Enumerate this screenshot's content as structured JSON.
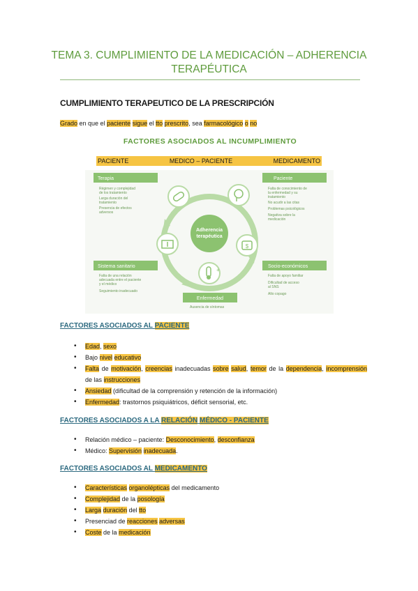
{
  "title": {
    "line1": "TEMA 3. CUMPLIMIENTO DE LA MEDICACIÓN – ADHERENCIA",
    "line2": "TERAPÉUTICA"
  },
  "section_heading": "CUMPLIMIENTO TERAPEUTICO DE LA PRESCRIPCIÓN",
  "definition": {
    "w1": "Grado",
    "t1": " en que el ",
    "w2": "paciente",
    "t2": " ",
    "w3": "sigue",
    "t3": " el ",
    "w4": "tto",
    "t4": " ",
    "w5": "prescrito",
    "t5": ", sea ",
    "w6": "farmacológico",
    "t6": " ",
    "w7": "o",
    "t7": " ",
    "w8": "no"
  },
  "factors_title": "FACTORES ASOCIADOS AL INCUMPLIMIENTO",
  "categories": [
    "PACIENTE",
    "MEDICO – PACIENTE",
    "MEDICAMENTO"
  ],
  "diagram": {
    "center": [
      "Adherencia",
      "terapéutica"
    ],
    "boxes": {
      "terapia": {
        "title": "Terapia",
        "items": [
          "Régimen y complejidad",
          "de los tratamiento",
          "Larga duración del",
          "tratamiento",
          "Presencia de efectos",
          "adversos"
        ]
      },
      "paciente": {
        "title": "Paciente",
        "items": [
          "Falta de conocimiento de",
          "la enfermedad y su",
          "tratamiento",
          "No acudir a las citas",
          "Problemas psicológicos",
          "Negativa sobre la",
          "medicación"
        ]
      },
      "sistema": {
        "title": "Sistema sanitario",
        "items": [
          "Falta de una relación",
          "adecuada entre el paciente",
          "y el médico",
          "Seguimiento inadecuado"
        ]
      },
      "socio": {
        "title": "Socio-económicos",
        "items": [
          "Falta de apoyo familiar",
          "Dificultad de acceso",
          "al SNS",
          "Alto copago"
        ]
      },
      "enfermedad": {
        "title": "Enfermedad",
        "items": [
          "Ausencia de síntomas"
        ]
      }
    },
    "colors": {
      "green": "#8cc270",
      "light": "#eef6e8",
      "ring": "#b9dba6"
    }
  },
  "paciente_section": {
    "prefix": "FACTORES ASOCIADOS AL ",
    "highlight": "PACIENTE",
    "items": [
      {
        "parts": [
          {
            "t": "Edad",
            "h": true
          },
          {
            "t": ", ",
            "h": false
          },
          {
            "t": "sexo",
            "h": true
          }
        ]
      },
      {
        "parts": [
          {
            "t": "Bajo ",
            "h": false
          },
          {
            "t": "nivel",
            "h": true
          },
          {
            "t": " ",
            "h": false
          },
          {
            "t": "educativo",
            "h": true
          }
        ]
      },
      {
        "parts": [
          {
            "t": "Falta",
            "h": true
          },
          {
            "t": " de ",
            "h": false
          },
          {
            "t": "motivación",
            "h": true
          },
          {
            "t": ", ",
            "h": false
          },
          {
            "t": "creencias",
            "h": true
          },
          {
            "t": " inadecuadas ",
            "h": false
          },
          {
            "t": "sobre",
            "h": true
          },
          {
            "t": " ",
            "h": false
          },
          {
            "t": "salud",
            "h": true
          },
          {
            "t": ", ",
            "h": false
          },
          {
            "t": "temor",
            "h": true
          },
          {
            "t": " de la ",
            "h": false
          },
          {
            "t": "dependencia",
            "h": true
          },
          {
            "t": ", ",
            "h": false
          },
          {
            "t": "incomprensión",
            "h": true
          },
          {
            "t": " de las ",
            "h": false
          },
          {
            "t": "instrucciones",
            "h": true
          }
        ]
      },
      {
        "parts": [
          {
            "t": "Ansiedad",
            "h": true
          },
          {
            "t": " (dificultad de la comprensión y retención de la información)",
            "h": false
          }
        ]
      },
      {
        "parts": [
          {
            "t": "Enfermedad",
            "h": true
          },
          {
            "t": ": trastornos psiquiátricos, déficit sensorial, etc.",
            "h": false
          }
        ]
      }
    ]
  },
  "relacion_section": {
    "prefix": "FACTORES ASOCIADOS A LA ",
    "highlight1": "RELACIÓN",
    "sep": " ",
    "highlight2": "MÉDICO - ",
    "sep2": " ",
    "highlight3": "PACIENTE",
    "items": [
      {
        "parts": [
          {
            "t": "Relación médico – paciente: ",
            "h": false
          },
          {
            "t": "Desconocimiento",
            "h": true
          },
          {
            "t": ", ",
            "h": false
          },
          {
            "t": "desconfianza",
            "h": true
          }
        ]
      },
      {
        "parts": [
          {
            "t": "Médico: ",
            "h": false
          },
          {
            "t": "Supervisión",
            "h": true
          },
          {
            "t": " ",
            "h": false
          },
          {
            "t": "inadecuada",
            "h": true
          },
          {
            "t": ".",
            "h": false
          }
        ]
      }
    ]
  },
  "medicamento_section": {
    "prefix": "FACTORES ASOCIADOS AL ",
    "highlight": "MEDICAMENTO",
    "items": [
      {
        "parts": [
          {
            "t": "Características",
            "h": true
          },
          {
            "t": " ",
            "h": false
          },
          {
            "t": "organolépticas",
            "h": true
          },
          {
            "t": " del medicamento",
            "h": false
          }
        ]
      },
      {
        "parts": [
          {
            "t": "Complejidad",
            "h": true
          },
          {
            "t": " de la ",
            "h": false
          },
          {
            "t": "posología",
            "h": true
          }
        ]
      },
      {
        "parts": [
          {
            "t": "Larga",
            "h": true
          },
          {
            "t": " ",
            "h": false
          },
          {
            "t": "duración",
            "h": true
          },
          {
            "t": " del ",
            "h": false
          },
          {
            "t": "tto",
            "h": true
          }
        ]
      },
      {
        "parts": [
          {
            "t": "Presenciad de ",
            "h": false
          },
          {
            "t": "reacciones",
            "h": true
          },
          {
            "t": " ",
            "h": false
          },
          {
            "t": "adversas",
            "h": true
          }
        ]
      },
      {
        "parts": [
          {
            "t": "Coste",
            "h": true
          },
          {
            "t": " de la ",
            "h": false
          },
          {
            "t": "medicación",
            "h": true
          }
        ]
      }
    ]
  }
}
